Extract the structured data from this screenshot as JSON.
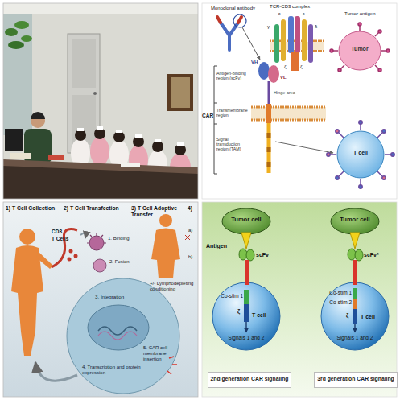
{
  "diagram": {
    "nodes": [
      {
        "text": [
          "Tumor"
        ]
      },
      {
        "text": [
          "T cell"
        ]
      },
      {
        "text": [
          "3. Integration",
          "4. Transcription and protein expression",
          "5. CAR cell membrane insertion"
        ]
      },
      {
        "text": [
          "Tumor cell"
        ]
      },
      {
        "text": [
          "Co-stim 1",
          "ζ",
          "T cell",
          "Signals 1 and 2"
        ]
      },
      {
        "text": [
          "Tumor cell"
        ]
      },
      {
        "text": [
          "Co-stim 1",
          "Co-stim 2",
          "ζ",
          "T cell",
          "Signals 1 and 2"
        ]
      },
      {
        "text": [
          "2nd generation CAR signaling"
        ]
      },
      {
        "text": [
          "3rd generation CAR signaling"
        ]
      }
    ],
    "labels": [
      "Monoclonal antibody",
      "TCR-CD3 complex",
      "Tumor antigen",
      "Hinge area",
      "VH",
      "VL",
      "γ",
      "ε",
      "ε",
      "δ",
      "ζ",
      "ζ",
      "CAR",
      "Antigen-binding region (scFv)",
      "Transmembrane region",
      "Signal transduction region (TAM)",
      "1) T Cell Collection",
      "2) T Cell Transfection",
      "3) T Cell Adoptive Transfer",
      "4)",
      "CD3",
      "T Cells",
      "1. Binding",
      "2. Fusion",
      "+/- Lymphodepleting conditioning",
      "a)",
      "b)",
      "Antigen",
      "scFv",
      "scFv*"
    ]
  }
}
